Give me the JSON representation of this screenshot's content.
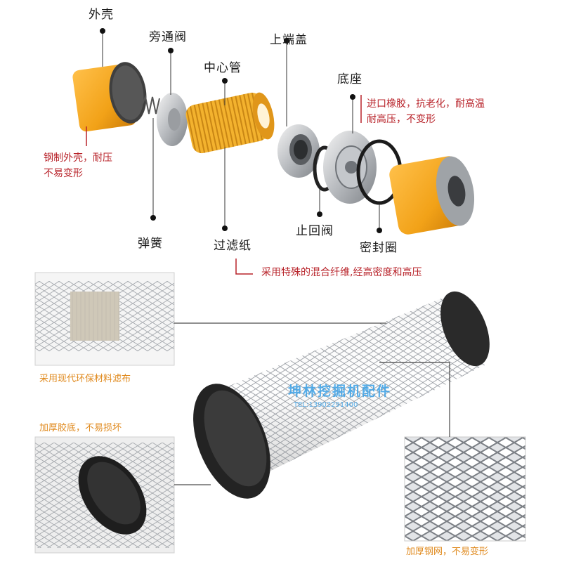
{
  "parts": {
    "shell": "外壳",
    "bypass_valve": "旁通阀",
    "center_tube": "中心管",
    "top_cap": "上端盖",
    "base": "底座",
    "spring": "弹簧",
    "filter_paper": "过滤纸",
    "check_valve": "止回阀",
    "seal_ring": "密封圈"
  },
  "notes": {
    "shell_line1": "钢制外壳，耐压",
    "shell_line2": "不易变形",
    "seal_line1": "进口橡胶，抗老化，耐高温",
    "seal_line2": "耐高压，不变形",
    "paper": "采用特殊的混合纤维,经高密度和高压",
    "cloth": "采用现代环保材料滤布",
    "rubber_base": "加厚胶底，不易损坏",
    "steel_mesh": "加厚钢网，不易变形"
  },
  "watermark": {
    "title": "坤林挖掘机配件",
    "tel": "TEL:13902291400"
  },
  "colors": {
    "label_note": "#b8232a",
    "feature_note": "#e08a1e",
    "filter_orange": "#f2a218",
    "watermark": "#3aa0e6"
  }
}
